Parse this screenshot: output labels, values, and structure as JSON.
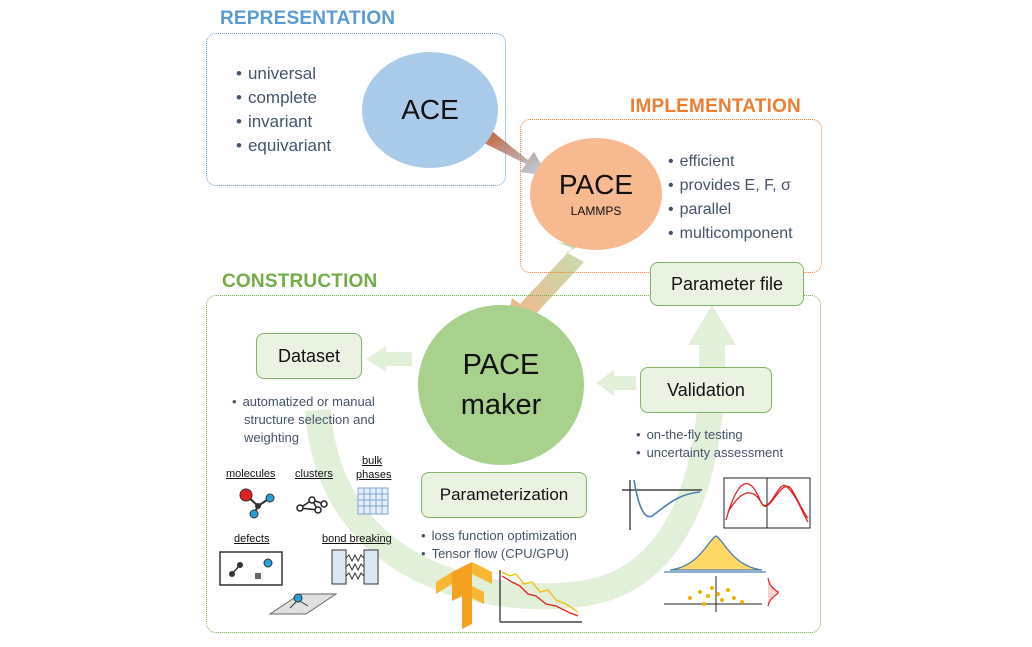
{
  "representation": {
    "title": "REPRESENTATION",
    "bullets": [
      "universal",
      "complete",
      "invariant",
      "equivariant"
    ],
    "circle_label": "ACE"
  },
  "implementation": {
    "title": "IMPLEMENTATION",
    "circle_title": "PACE",
    "circle_subtitle": "LAMMPS",
    "bullets": [
      "efficient",
      "provides E, F, σ",
      "parallel",
      "multicomponent"
    ]
  },
  "construction": {
    "title": "CONSTRUCTION",
    "parameter_file": "Parameter file",
    "pacemaker_line1": "PACE",
    "pacemaker_line2": "maker",
    "dataset": {
      "label": "Dataset",
      "bullet_lines": [
        "automatized or manual",
        "structure selection and",
        "weighting"
      ],
      "categories": {
        "molecules": "molecules",
        "clusters": "clusters",
        "bulk_line1": "bulk",
        "bulk_line2": "phases",
        "defects": "defects",
        "bond_breaking": "bond breaking"
      }
    },
    "validation": {
      "label": "Validation",
      "bullets": [
        "on-the-fly testing",
        "uncertainty assessment"
      ]
    },
    "parameterization": {
      "label": "Parameterization",
      "bullets": [
        "loss function optimization",
        "Tensor flow (CPU/GPU)"
      ]
    }
  },
  "colors": {
    "representation": "#5b9bd5",
    "implementation": "#ed7d31",
    "construction": "#70ad47",
    "ace_circle": "#a9cbe9",
    "pace_circle": "#f7b98f",
    "pacemaker_circle": "#a9d18e",
    "cycle_arrow": "#e2efd9"
  }
}
